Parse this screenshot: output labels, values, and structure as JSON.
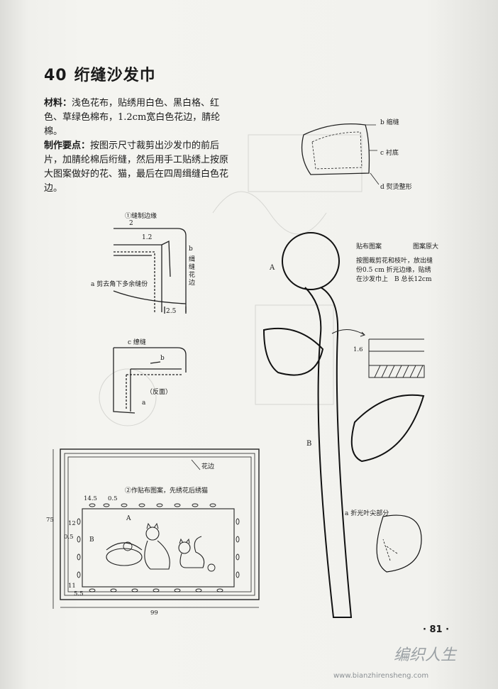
{
  "title": {
    "number": "40",
    "text": "绗缝沙发巾"
  },
  "materials": {
    "label": "材料：",
    "text": "浅色花布，贴绣用白色、黑白格、红色、草绿色棉布，1.2cm宽白色花边，腈纶棉。"
  },
  "method": {
    "label": "制作要点：",
    "text": "按图示尺寸裁剪出沙发巾的前后片，加腈纶棉后绗缝，然后用手工贴绣上按原大图案做好的花、猫，最后在四周缉缝白色花边。"
  },
  "diagram1": {
    "caption": "①缝制边缘",
    "dim_top": "2",
    "dim_mid": "1.2",
    "label_b": "b",
    "label_b_text_1": "缉",
    "label_b_text_2": "缝",
    "label_b_text_3": "花",
    "label_b_text_4": "边",
    "label_a": "a 剪去角下多余缝份",
    "dim_bottom": "2.5"
  },
  "diagram2": {
    "label_c": "c 缭缝",
    "label_b": "b",
    "label_back": "（反面）",
    "label_a": "a"
  },
  "diagram3": {
    "label_edge": "花边",
    "caption": "②作贴布图案，先绣花后绣猫",
    "dim_14_5": "14.5",
    "dim_0_5_top": "0.5",
    "label_A": "A",
    "dim_12": "12",
    "dim_0_5_left": "0.5",
    "label_B": "B",
    "dim_11": "11",
    "dim_5_5": "5.5",
    "height": "75",
    "width": "99"
  },
  "corner": {
    "label_b": "b 缩缝",
    "label_c": "c 衬底",
    "label_d": "d 熨烫整形"
  },
  "applique": {
    "title_left": "贴布图案",
    "title_right": "图案原大",
    "note_1": "按图裁剪花和枝叶，放出缝",
    "note_2": "份0.5 cm 折光边缘，贴绣",
    "note_3": "在沙发巾上　B 总长12cm",
    "label_A": "A",
    "label_B": "B",
    "dim_1_6": "1.6",
    "label_a_fold": "a 折光叶尖部分"
  },
  "page_number": "· 81 ·",
  "watermark": {
    "logo": "编织人生",
    "url": "www.bianzhirensheng.com"
  }
}
